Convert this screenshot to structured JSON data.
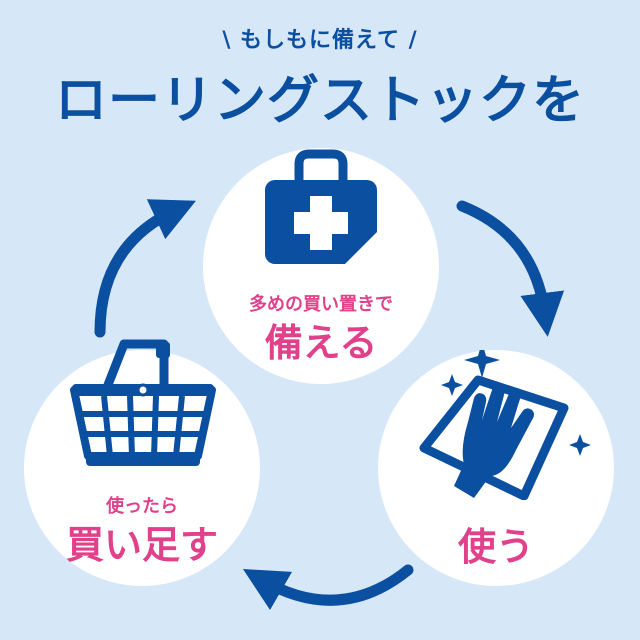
{
  "header": {
    "subtitle": "\\ もしもに備えて /",
    "title": "ローリングストックを"
  },
  "steps": [
    {
      "id": "prepare",
      "caption": "多めの買い置きで",
      "label": "備える",
      "icon": "first-aid-kit-icon"
    },
    {
      "id": "use",
      "caption": "",
      "label": "使う",
      "icon": "wiping-glove-icon"
    },
    {
      "id": "rebuy",
      "caption": "使ったら",
      "label": "買い足す",
      "icon": "shopping-basket-icon"
    }
  ],
  "colors": {
    "background": "#d6e7f7",
    "primary": "#0b4fa0",
    "accent": "#e0418a",
    "circle": "#ffffff"
  }
}
